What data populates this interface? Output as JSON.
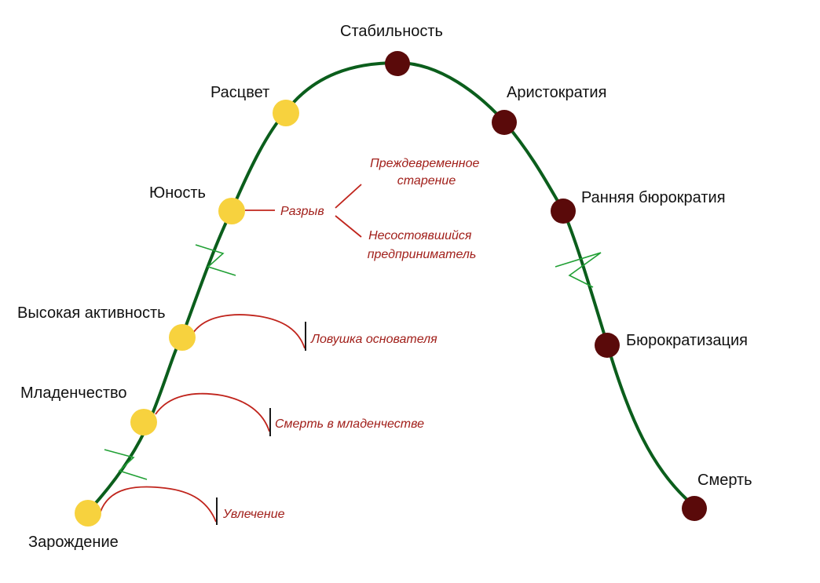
{
  "diagram": {
    "colors": {
      "curve": "#0b5e1c",
      "growth_stage": "#f7d23e",
      "aging_stage": "#5a0a0a",
      "trap_line": "#c0241c",
      "trap_text": "#a11f1a",
      "wall_marker": "#1a1a1a",
      "crisis_zigzag": "#21a035"
    },
    "stages": [
      {
        "id": "birth",
        "label": "Зарождение",
        "phase": "growth"
      },
      {
        "id": "infancy",
        "label": "Младенчество",
        "phase": "growth"
      },
      {
        "id": "go-go",
        "label": "Высокая активность",
        "phase": "growth"
      },
      {
        "id": "adolescence",
        "label": "Юность",
        "phase": "growth"
      },
      {
        "id": "prime",
        "label": "Расцвет",
        "phase": "growth"
      },
      {
        "id": "stability",
        "label": "Стабильность",
        "phase": "aging"
      },
      {
        "id": "aristocracy",
        "label": "Аристократия",
        "phase": "aging"
      },
      {
        "id": "early-bureaucracy",
        "label": "Ранняя бюрократия",
        "phase": "aging"
      },
      {
        "id": "bureaucracy",
        "label": "Бюрократизация",
        "phase": "aging"
      },
      {
        "id": "death",
        "label": "Смерть",
        "phase": "aging"
      }
    ],
    "traps": [
      {
        "id": "affair",
        "label": "Увлечение"
      },
      {
        "id": "infant-mortality",
        "label": "Смерть в младенчестве"
      },
      {
        "id": "founder-trap",
        "label": "Ловушка основателя"
      }
    ],
    "divorce": {
      "label": "Разрыв",
      "outcomes": [
        {
          "id": "premature-aging",
          "lines": [
            "Преждевременное",
            "старение"
          ]
        },
        {
          "id": "unfulfilled-entrepreneur",
          "lines": [
            "Несостоявшийся",
            "предприниматель"
          ]
        }
      ]
    },
    "crisis_markers": [
      "birth-infancy",
      "go-go-adolescence",
      "early-bureaucracy-bureaucracy"
    ]
  }
}
